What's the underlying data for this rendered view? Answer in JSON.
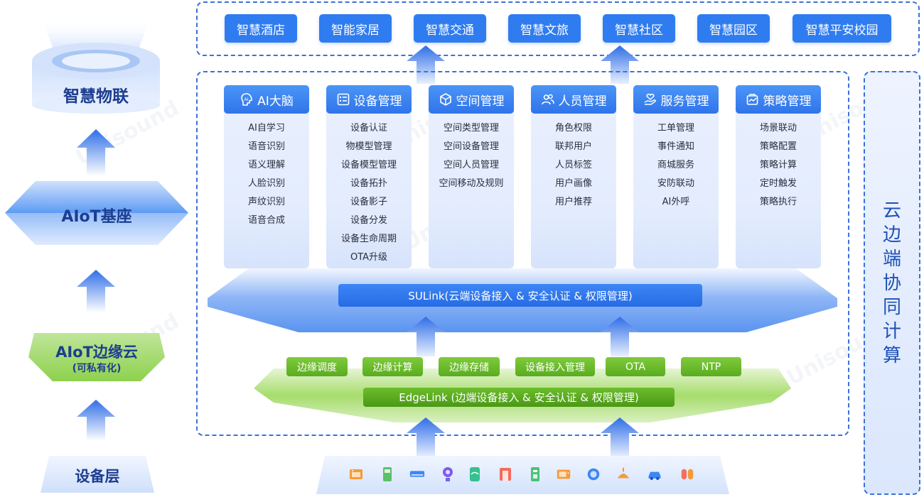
{
  "left_stack": {
    "top_label": "智慧物联",
    "hex_label": "AIoT基座",
    "edge_label": "AIoT边缘云",
    "edge_sub": "(可私有化)",
    "bottom_label": "设备层"
  },
  "scenarios": [
    "智慧酒店",
    "智能家居",
    "智慧交通",
    "智慧文旅",
    "智慧社区",
    "智慧园区",
    "智慧平安校园"
  ],
  "columns": [
    {
      "title": "AI大脑",
      "icon": "ai-brain-icon",
      "items": [
        "AI自学习",
        "语音识别",
        "语义理解",
        "人脸识别",
        "声纹识别",
        "语音合成"
      ]
    },
    {
      "title": "设备管理",
      "icon": "device-list-icon",
      "items": [
        "设备认证",
        "物模型管理",
        "设备模型管理",
        "设备拓扑",
        "设备影子",
        "设备分发",
        "设备生命周期",
        "OTA升级"
      ]
    },
    {
      "title": "空间管理",
      "icon": "cube-icon",
      "items": [
        "空间类型管理",
        "空间设备管理",
        "空间人员管理",
        "空间移动及规则"
      ]
    },
    {
      "title": "人员管理",
      "icon": "people-icon",
      "items": [
        "角色权限",
        "联邦用户",
        "人员标签",
        "用户画像",
        "用户推荐"
      ]
    },
    {
      "title": "服务管理",
      "icon": "service-hand-icon",
      "items": [
        "工单管理",
        "事件通知",
        "商城服务",
        "安防联动",
        "AI外呼"
      ]
    },
    {
      "title": "策略管理",
      "icon": "strategy-icon",
      "items": [
        "场景联动",
        "策略配置",
        "策略计算",
        "定时触发",
        "策略执行"
      ]
    }
  ],
  "sulink": "SULink(云端设备接入 & 安全认证 & 权限管理)",
  "edge_modules": [
    "边缘调度",
    "边缘计算",
    "边缘存储",
    "设备接入管理",
    "OTA",
    "NTP"
  ],
  "edgelink": "EdgeLink (边端设备接入 & 安全认证 & 权限管理)",
  "right_panel": [
    "云",
    "边",
    "端",
    "协",
    "同",
    "计",
    "算"
  ],
  "device_icons": [
    "oven-icon",
    "meter-icon",
    "air-conditioner-icon",
    "camera-icon",
    "speaker-icon",
    "door-icon",
    "water-meter-icon",
    "microwave-icon",
    "robot-vacuum-icon",
    "ceiling-lamp-icon",
    "car-icon",
    "switch-icon"
  ],
  "colors": {
    "primary": "#2f7cf0",
    "green": "#5aac1f",
    "text_dark": "#1c3d8f"
  }
}
